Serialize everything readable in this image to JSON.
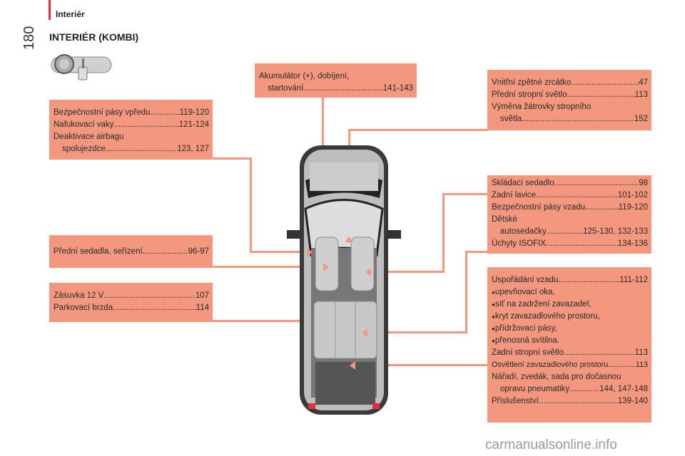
{
  "header": {
    "section": "Interiér",
    "page_number": "180",
    "title": "INTERIÉR (KOMBI)"
  },
  "icons": {
    "dashboard": "dashboard-steering-wheel-icon"
  },
  "colors": {
    "accent": "#e0303a",
    "box": "#f4977f"
  },
  "boxes": {
    "front": {
      "rows": [
        {
          "label": "Bezpečnostní pásy vpředu",
          "page": "119-120"
        },
        {
          "label": "Nafukovací vaky",
          "page": "121-124"
        },
        {
          "label": "Deaktivace airbagu"
        },
        {
          "label": "spolujezdce",
          "page": "123, 127"
        }
      ]
    },
    "battery": {
      "rows": [
        {
          "label": "Akumulátor (+), dobíjení,"
        },
        {
          "label": "startování",
          "page": "141-143"
        }
      ]
    },
    "mirror": {
      "rows": [
        {
          "label": "Vnitřní zpětné zrcátko",
          "page": "47"
        },
        {
          "label": "Přední stropní světlo",
          "page": "113"
        },
        {
          "label": "Výměna žátrovky stropního"
        },
        {
          "label": "světla",
          "page": "152"
        }
      ]
    },
    "seats_front": {
      "rows": [
        {
          "label": "Přední sedadla, seřízení",
          "page": "96-97"
        }
      ]
    },
    "socket": {
      "rows": [
        {
          "label": "Zásuvka 12 V",
          "page": "107"
        },
        {
          "label": "Parkovací brzda",
          "page": "114"
        }
      ]
    },
    "rear_seats": {
      "rows": [
        {
          "label": "Skládací sedadlo",
          "page": "98"
        },
        {
          "label": "Zadní lavice",
          "page": "101-102"
        },
        {
          "label": "Bezpečnostní pásy vzadu",
          "page": "119-120"
        },
        {
          "label": "Dětské"
        },
        {
          "label": "autosedačky",
          "page": "125-130, 132-133"
        },
        {
          "label": "Úchyty ISOFIX",
          "page": "134-136"
        }
      ]
    },
    "rear": {
      "rows": [
        {
          "label": "Uspořádání vzadu",
          "page": "111-112"
        },
        {
          "label": "upevňovací oka,"
        },
        {
          "label": "síť na zadržení zavazadel,"
        },
        {
          "label": "kryt zavazadlového prostoru,"
        },
        {
          "label": "přídržovací pásy,"
        },
        {
          "label": "přenosná svítilna."
        },
        {
          "label": "Zadní stropní světlo",
          "page": "113"
        },
        {
          "label": "Osvětlení zavazadlového prostoru",
          "page": "113"
        },
        {
          "label": "Nářadí, zvedák, sada pro dočasnou"
        },
        {
          "label": "opravu pneumatiky",
          "page": "144, 147-148"
        },
        {
          "label": "Příslušenství",
          "page": "139-140"
        }
      ]
    }
  },
  "watermark": "carmanualsonline.info"
}
